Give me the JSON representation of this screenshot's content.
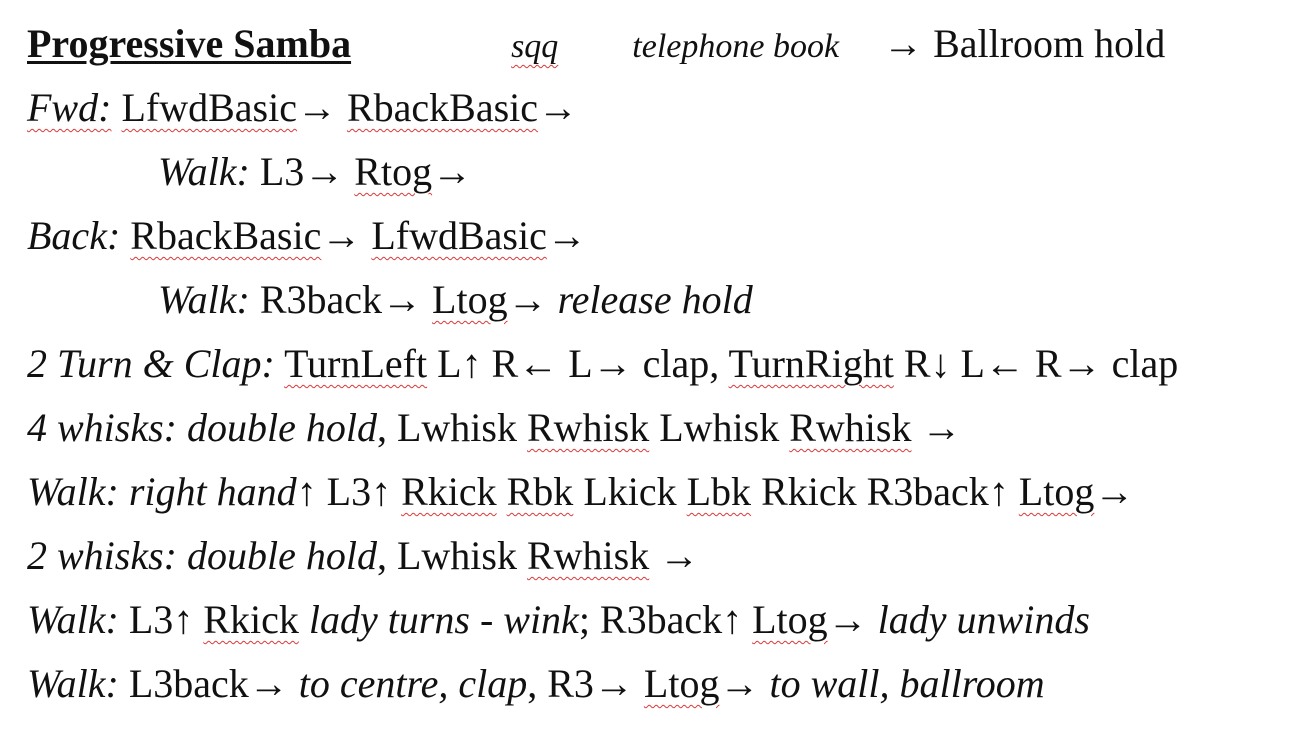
{
  "doc": {
    "title": "Progressive Samba",
    "rhythm": "sqq",
    "source": "telephone book",
    "hold": "→ Ballroom hold",
    "lines": [
      {
        "label": "Fwd:",
        "w1": "LfwdBasic",
        "a1": "→ ",
        "w2": "RbackBasic",
        "a2": "→"
      },
      {
        "label": "Walk:",
        "t1": " L3→ ",
        "w1": "Rtog",
        "a1": "→"
      },
      {
        "label": "Back:",
        "w1": "RbackBasic",
        "a1": "→ ",
        "w2": "LfwdBasic",
        "a2": "→"
      },
      {
        "label": "Walk:",
        "t1": " R3back→ ",
        "w1": "Ltog",
        "a1": "→ ",
        "note": "release hold"
      },
      {
        "label": "2 Turn & Clap:",
        "w1": "TurnLeft",
        "t1": " L↑ R← L→ clap, ",
        "w2": "TurnRight",
        "t2": " R↓ L← R→ clap"
      },
      {
        "label": "4 whisks: double hold",
        "t1": ", Lwhisk ",
        "w1": "Rwhisk",
        "t2": " Lwhisk ",
        "w2": "Rwhisk",
        "t3": " →"
      },
      {
        "label": "Walk: right hand",
        "t1": "↑ L3↑ ",
        "w1": "Rkick",
        "t2": " ",
        "w2": "Rbk",
        "t3": " Lkick ",
        "w3": "Lbk",
        "t4": " Rkick R3back↑ ",
        "w4": "Ltog",
        "t5": "→"
      },
      {
        "label": "2 whisks: double hold",
        "t1": ", Lwhisk ",
        "w1": "Rwhisk",
        "t2": " →"
      },
      {
        "label": "Walk:",
        "t1": " L3↑ ",
        "w1": "Rkick",
        "note1": " lady turns - wink",
        "t2": "; R3back↑ ",
        "w2": "Ltog",
        "t3": "→ ",
        "note2": "lady unwinds"
      },
      {
        "label": "Walk:",
        "t1": " L3back→ ",
        "note1": "to centre, clap",
        "t2": ", R3→ ",
        "w1": "Ltog",
        "t3": "→ ",
        "note2": "to wall, ballroom"
      }
    ]
  }
}
